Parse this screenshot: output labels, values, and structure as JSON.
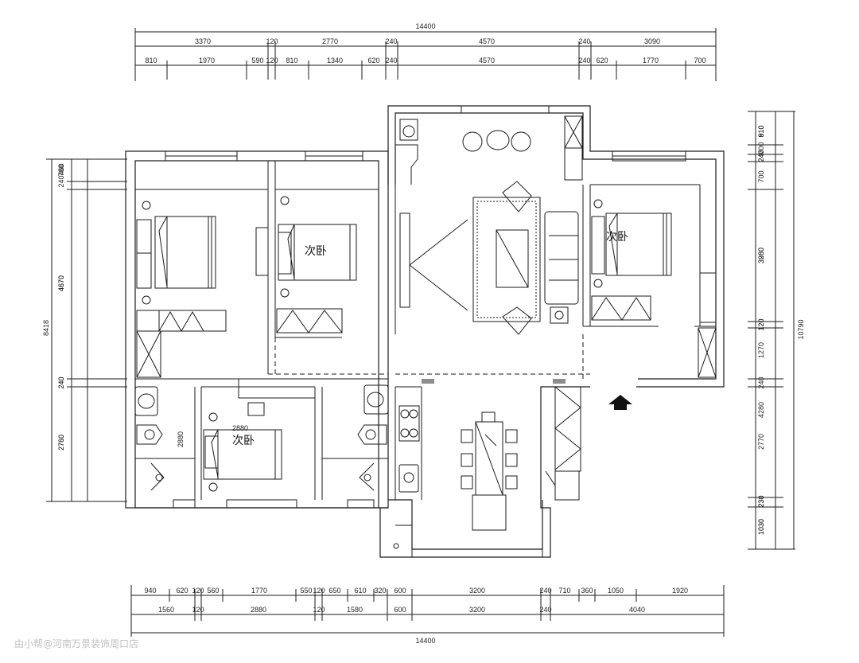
{
  "rooms": {
    "bedroom_right": "次卧",
    "bedroom_middle": "次卧",
    "bedroom_bottom": "次卧"
  },
  "dimensions": {
    "top_total": "14400",
    "top_row2": [
      "3370",
      "120",
      "2770",
      "240",
      "4570",
      "240",
      "3090"
    ],
    "top_row3": [
      "810",
      "1970",
      "590",
      "120",
      "810",
      "1340",
      "620",
      "240",
      "4570",
      "240",
      "620",
      "1770",
      "700"
    ],
    "bottom_row1": [
      "940",
      "620",
      "120",
      "560",
      "1770",
      "550",
      "120",
      "650",
      "610",
      "320",
      "600",
      "3200",
      "240",
      "710",
      "360",
      "1050",
      "1920"
    ],
    "bottom_row2": [
      "1560",
      "120",
      "2880",
      "120",
      "1580",
      "600",
      "3200",
      "240",
      "4040"
    ],
    "bottom_total": "14400",
    "left_total": "8418",
    "left_col": [
      "700",
      "240",
      "460",
      "4670",
      "4670",
      "240",
      "240",
      "2760",
      "2760"
    ],
    "inner_width": "2880",
    "inner_height": "2880",
    "right_total": "10790",
    "right_col": [
      "810",
      "910",
      "700",
      "240",
      "240",
      "700",
      "3280",
      "3980",
      "120",
      "120",
      "1270",
      "240",
      "4280",
      "2770",
      "230",
      "230",
      "1030",
      "1030"
    ]
  },
  "watermark": "由小帮@河南万景装饰周口店",
  "colors": {
    "line": "#1a1a1a",
    "fill_gray": "#8c8c8c",
    "entry_arrow": "#111111"
  }
}
